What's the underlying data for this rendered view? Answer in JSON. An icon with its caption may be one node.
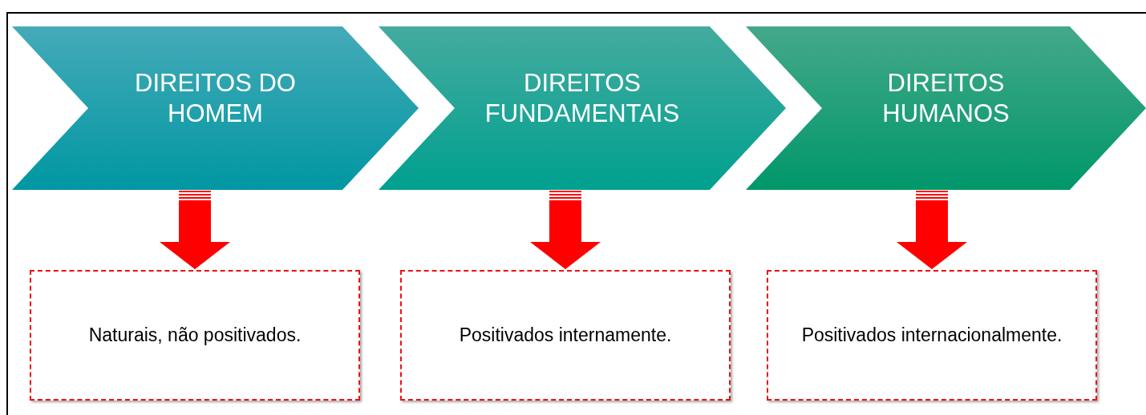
{
  "diagram": {
    "nodes": [
      {
        "text": [
          "DIREITOS DO HOMEM"
        ]
      },
      {
        "text": [
          "DIREITOS FUNDAMENTAIS"
        ]
      },
      {
        "text": [
          "DIREITOS HUMANOS"
        ]
      },
      {
        "text": [
          "Naturais, não positivados."
        ]
      },
      {
        "text": [
          "Positivados internamente."
        ]
      },
      {
        "text": [
          "Positivados internacionalmente."
        ]
      }
    ],
    "edges": [
      {
        "from": 0,
        "to": 3,
        "arrow": "to"
      },
      {
        "from": 1,
        "to": 4,
        "arrow": "to"
      },
      {
        "from": 2,
        "to": 5,
        "arrow": "to"
      }
    ]
  }
}
